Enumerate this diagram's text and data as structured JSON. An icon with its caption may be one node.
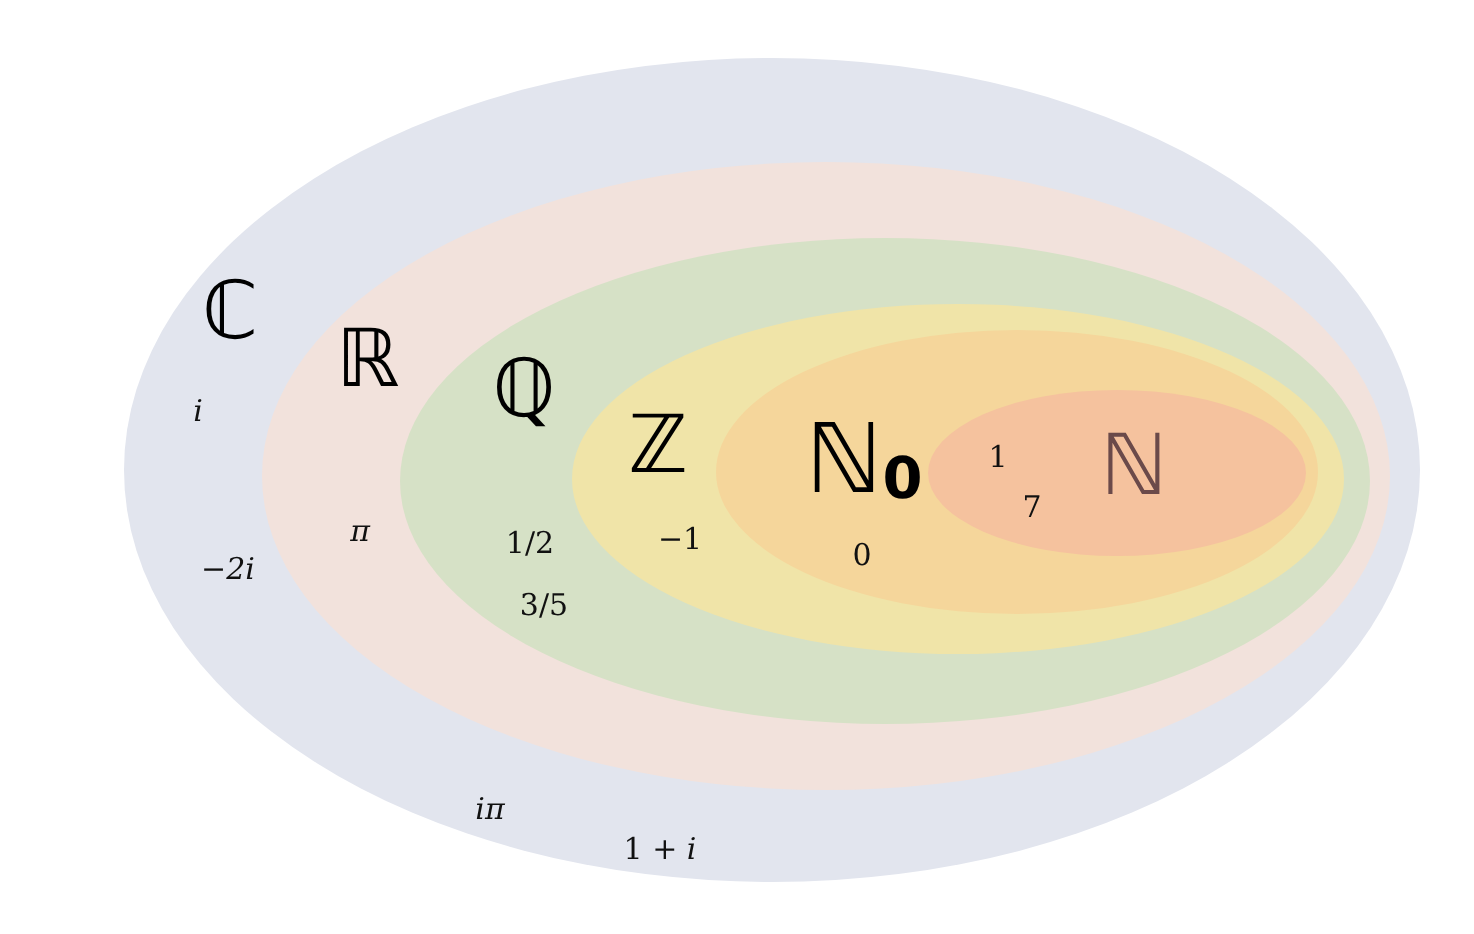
{
  "diagram": {
    "nodes": [
      {
        "text": [
          "ℂ",
          "i",
          "−2i",
          "iπ",
          "1 + *i*"
        ]
      },
      {
        "text": [
          "ℝ",
          "π"
        ],
        "in": 0
      },
      {
        "text": [
          "ℚ",
          "1/2",
          "3/5"
        ],
        "in": 1
      },
      {
        "text": [
          "ℤ",
          "−1"
        ],
        "in": 2
      },
      {
        "text": [
          "ℕ$_{0}$",
          "0"
        ],
        "in": 3
      },
      {
        "text": [
          "1",
          "7",
          "ℕ"
        ],
        "in": 4
      }
    ]
  }
}
